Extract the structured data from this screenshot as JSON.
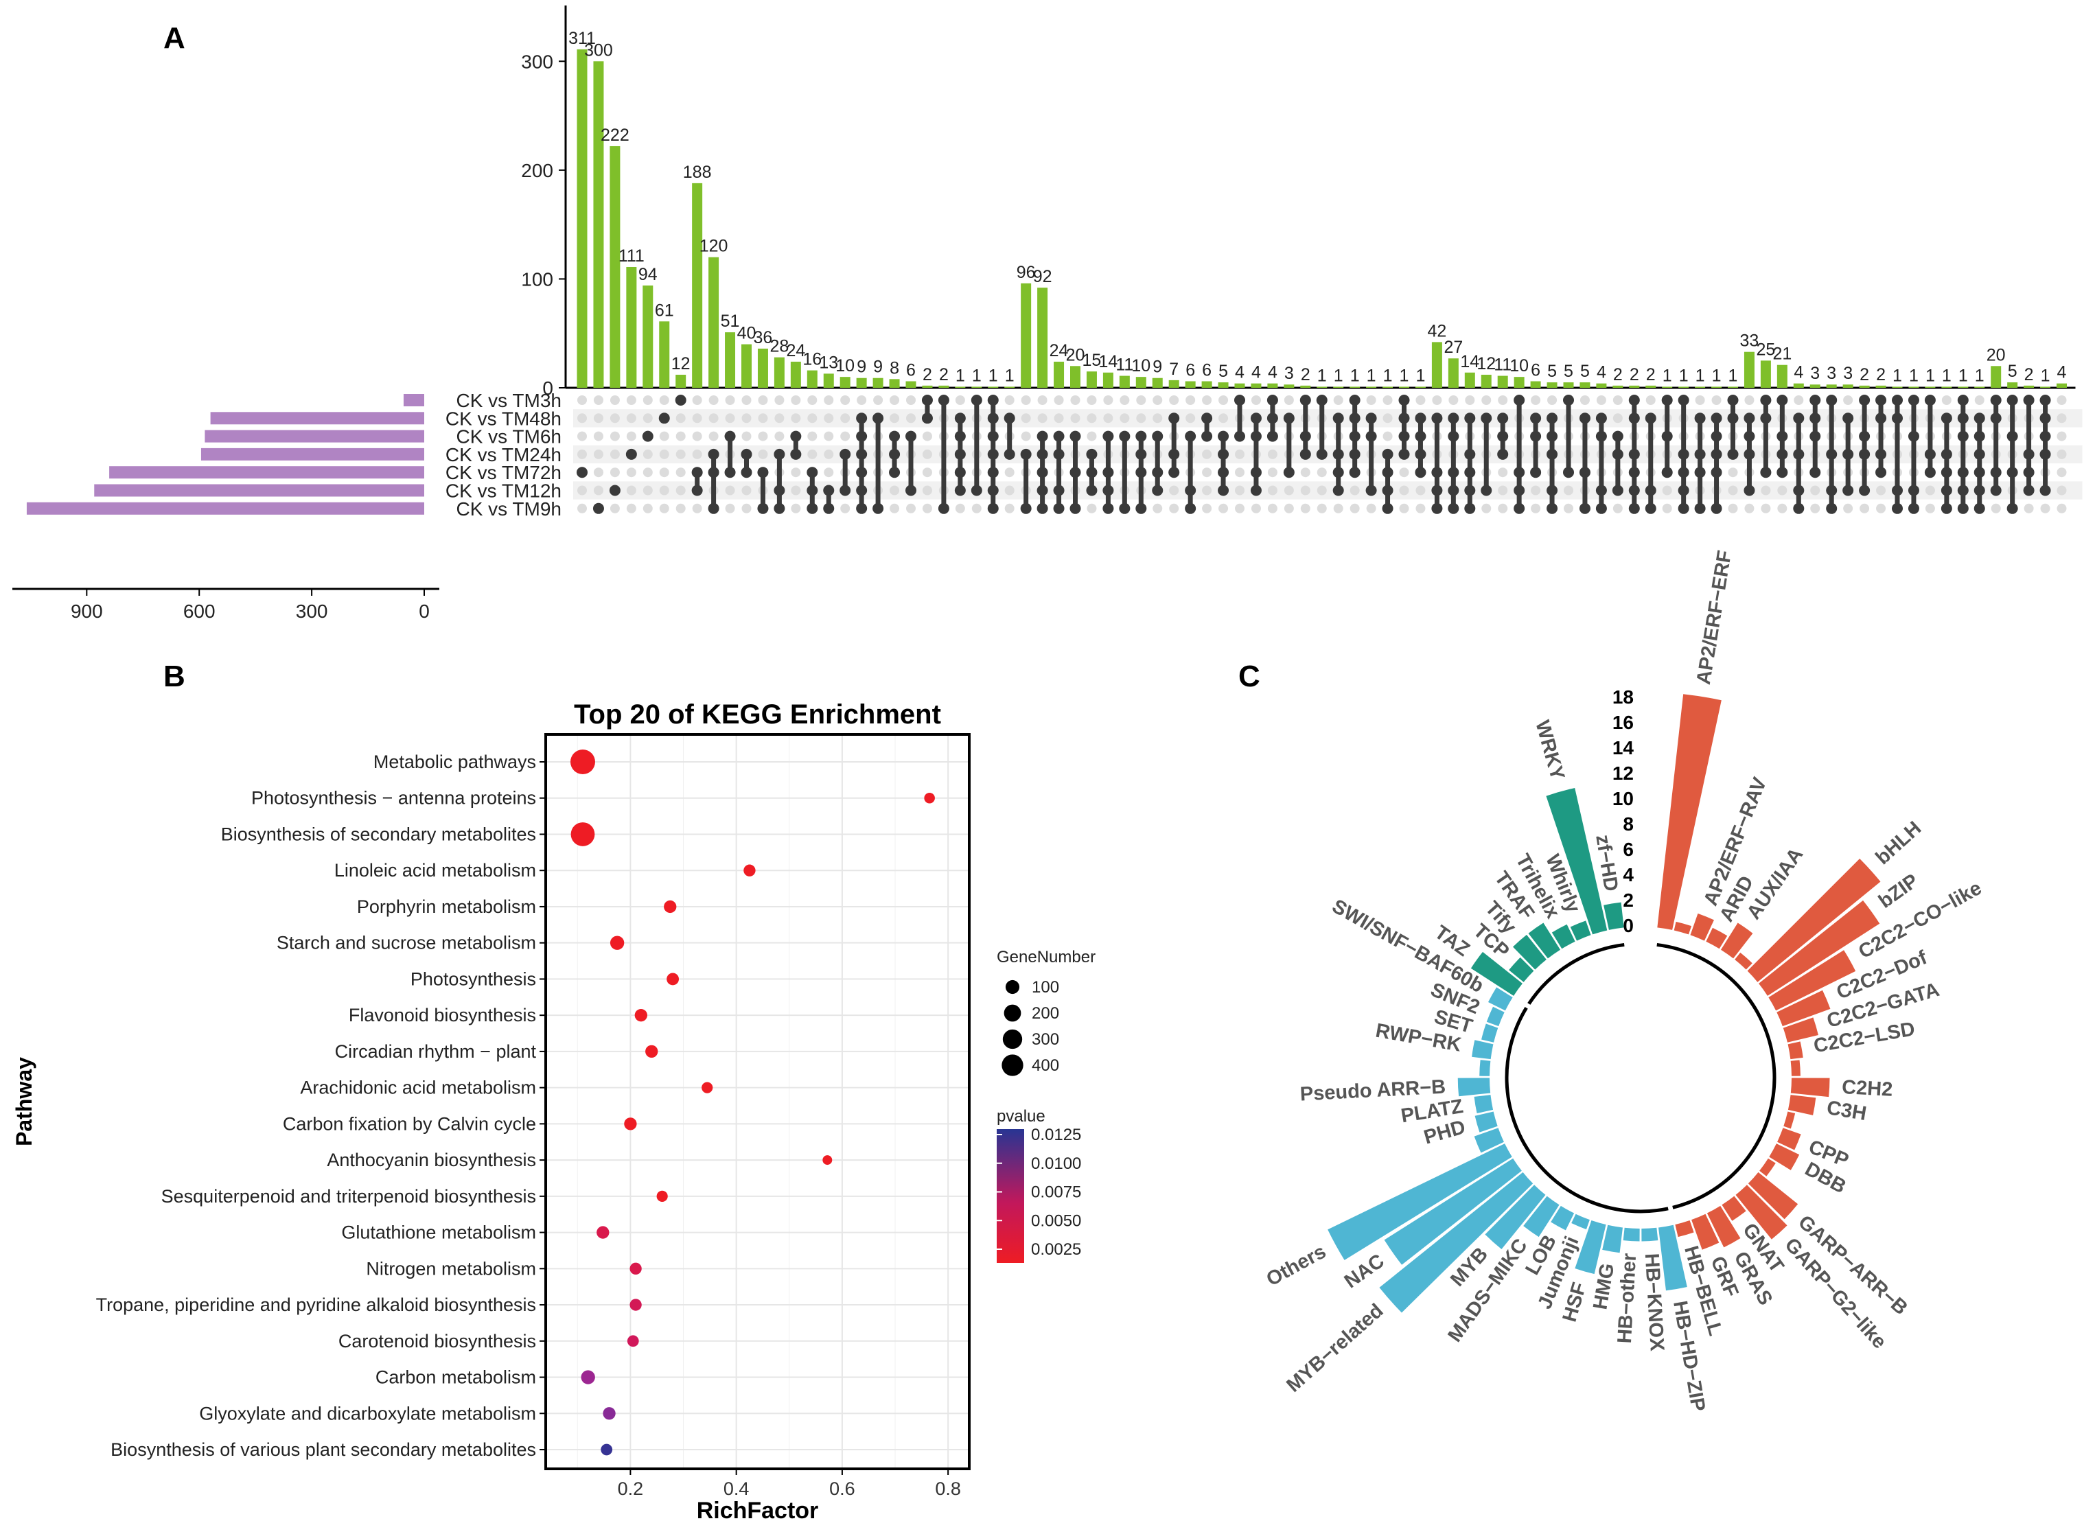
{
  "panels": {
    "a": "A",
    "b": "B",
    "c": "C"
  },
  "colors": {
    "intersection_bar": "#7fbf2a",
    "set_bar": "#b084c3",
    "dot_on": "#3a3a3a",
    "dot_off": "#dcdcdc",
    "stripe": "#f1f1f1",
    "tf_red": "#e05a3f",
    "tf_green": "#1e9a83",
    "tf_blue": "#4fb6d3",
    "circle_label": "#555555",
    "pvalue_low": "#ee1c24",
    "pvalue_mid": "#c2185b",
    "pvalue_high": "#283593"
  },
  "chart_data": [
    {
      "type": "bar",
      "panel": "A",
      "ylim": [
        0,
        350
      ],
      "yticks": [
        0,
        100,
        200,
        300
      ],
      "values": [
        311,
        300,
        222,
        111,
        94,
        61,
        12,
        188,
        120,
        51,
        40,
        36,
        28,
        24,
        16,
        13,
        10,
        9,
        9,
        8,
        6,
        2,
        2,
        1,
        1,
        1,
        1,
        96,
        92,
        24,
        20,
        15,
        14,
        11,
        10,
        9,
        7,
        6,
        6,
        5,
        4,
        4,
        4,
        3,
        2,
        1,
        1,
        1,
        1,
        1,
        1,
        1,
        42,
        27,
        14,
        12,
        11,
        10,
        6,
        5,
        5,
        5,
        4,
        2,
        2,
        2,
        1,
        1,
        1,
        1,
        1,
        33,
        25,
        21,
        4,
        3,
        3,
        3,
        2,
        2,
        1,
        1,
        1,
        1,
        1,
        1,
        20,
        5,
        2,
        1,
        4
      ],
      "value_labels": [
        "311",
        "300",
        "222",
        "111",
        "94",
        "61",
        "12",
        "188",
        "120",
        "51",
        "40",
        "36",
        "28",
        "24",
        "16",
        "13",
        "10",
        "9",
        "9",
        "8",
        "6",
        "2",
        "2",
        "1",
        "1",
        "1",
        "1",
        "96",
        "92",
        "24",
        "20",
        "15",
        "14",
        "11",
        "10",
        "9",
        "7",
        "6",
        "6",
        "5",
        "4",
        "4",
        "4",
        "3",
        "2",
        "1",
        "1",
        "1",
        "1",
        "1",
        "1",
        "1",
        "42",
        "27",
        "14",
        "12",
        "11",
        "10",
        "6",
        "5",
        "5",
        "5",
        "4",
        "2",
        "2",
        "2",
        "1",
        "1",
        "1",
        "1",
        "1",
        "33",
        "25",
        "21",
        "4",
        "3",
        "3",
        "3",
        "2",
        "2",
        "1",
        "1",
        "1",
        "1",
        "1",
        "1",
        "20",
        "5",
        "2",
        "1",
        "4"
      ],
      "sets": [
        "CK vs TM3h",
        "CK vs TM48h",
        "CK vs TM6h",
        "CK vs TM24h",
        "CK vs TM72h",
        "CK vs TM12h",
        "CK vs TM9h"
      ],
      "set_sizes": [
        55,
        570,
        585,
        595,
        840,
        880,
        1060
      ],
      "set_xlim": [
        0,
        1080
      ],
      "set_xticks": [
        "900",
        "600",
        "300",
        "0"
      ],
      "set_xtick_values": [
        900,
        600,
        300,
        0
      ],
      "combos": [
        [
          4
        ],
        [
          6
        ],
        [
          5
        ],
        [
          3
        ],
        [
          2
        ],
        [
          1
        ],
        [
          0
        ],
        [
          4,
          5
        ],
        [
          3,
          4,
          6
        ],
        [
          2,
          4
        ],
        [
          3,
          4
        ],
        [
          4,
          6
        ],
        [
          3,
          5,
          6
        ],
        [
          2,
          3
        ],
        [
          4,
          5,
          6
        ],
        [
          5,
          6
        ],
        [
          3,
          5
        ],
        [
          1,
          2,
          3,
          4,
          5,
          6
        ],
        [
          1,
          6
        ],
        [
          2,
          3,
          4
        ],
        [
          2,
          5
        ],
        [
          0,
          1
        ],
        [
          0,
          6
        ],
        [
          1,
          2,
          3,
          4,
          5
        ],
        [
          0,
          5
        ],
        [
          0,
          1,
          2,
          3,
          4,
          5,
          6
        ],
        [
          1,
          3
        ],
        [
          3,
          6
        ],
        [
          2,
          3,
          4,
          5,
          6
        ],
        [
          2,
          3,
          5,
          6
        ],
        [
          2,
          4,
          6
        ],
        [
          3,
          4,
          5
        ],
        [
          2,
          4,
          5,
          6
        ],
        [
          2,
          6
        ],
        [
          2,
          3,
          4,
          6
        ],
        [
          2,
          4,
          5
        ],
        [
          1,
          3,
          4
        ],
        [
          2,
          5,
          6
        ],
        [
          1,
          2
        ],
        [
          2,
          3,
          4,
          5
        ],
        [
          0,
          2
        ],
        [
          1,
          2,
          4,
          5
        ],
        [
          0,
          1,
          2
        ],
        [
          1,
          4
        ],
        [
          0,
          2,
          3
        ],
        [
          0,
          3
        ],
        [
          1,
          3,
          4,
          5
        ],
        [
          0,
          1,
          2,
          3,
          4
        ],
        [
          1,
          2,
          5
        ],
        [
          3,
          4,
          5,
          6
        ],
        [
          0,
          1,
          2,
          3
        ],
        [
          1,
          2,
          3,
          4
        ],
        [
          1,
          4,
          5,
          6
        ],
        [
          1,
          2,
          4,
          5,
          6
        ],
        [
          1,
          3,
          4,
          5,
          6
        ],
        [
          1,
          5
        ],
        [
          1,
          2,
          3
        ],
        [
          0,
          4,
          5,
          6
        ],
        [
          1,
          2,
          4
        ],
        [
          1,
          2,
          3,
          5,
          6
        ],
        [
          0,
          4
        ],
        [
          1,
          4,
          6
        ],
        [
          1,
          2,
          5,
          6
        ],
        [
          2,
          3,
          5
        ],
        [
          0,
          1,
          3,
          4,
          5,
          6
        ],
        [
          1,
          5,
          6
        ],
        [
          0,
          2,
          4
        ],
        [
          0,
          3,
          4,
          5,
          6
        ],
        [
          1,
          3,
          4,
          6
        ],
        [
          1,
          2,
          3,
          4,
          6
        ],
        [
          0,
          1,
          3
        ],
        [
          1,
          2,
          3,
          5
        ],
        [
          0,
          1,
          4
        ],
        [
          0,
          2,
          3,
          4
        ],
        [
          1,
          3,
          5,
          6
        ],
        [
          0,
          1,
          2,
          4
        ],
        [
          0,
          3,
          5,
          6
        ],
        [
          1,
          3,
          5
        ],
        [
          0,
          2,
          3,
          5
        ],
        [
          0,
          1,
          3,
          4
        ],
        [
          0,
          1,
          5,
          6
        ],
        [
          0,
          2,
          5,
          6
        ],
        [
          0,
          3,
          4
        ],
        [
          1,
          3,
          4,
          5,
          6
        ],
        [
          0,
          1,
          2,
          4,
          5,
          6
        ],
        [
          1,
          2,
          3,
          4,
          5,
          6
        ],
        [
          0,
          1,
          4,
          5
        ],
        [
          0,
          2,
          4,
          6
        ],
        [
          0,
          3,
          4,
          5
        ],
        [
          0,
          1,
          2,
          3,
          5
        ]
      ]
    },
    {
      "type": "scatter",
      "panel": "B",
      "title": "Top 20 of KEGG Enrichment",
      "xlabel": "RichFactor",
      "ylabel": "Pathway",
      "xlim": [
        0.04,
        0.84
      ],
      "xticks": [
        "0.2",
        "0.4",
        "0.6",
        "0.8"
      ],
      "xtick_values": [
        0.2,
        0.4,
        0.6,
        0.8
      ],
      "categories": [
        "Metabolic pathways",
        "Photosynthesis − antenna proteins",
        "Biosynthesis of secondary metabolites",
        "Linoleic acid metabolism",
        "Porphyrin metabolism",
        "Starch and sucrose metabolism",
        "Photosynthesis",
        "Flavonoid biosynthesis",
        "Circadian rhythm − plant",
        "Arachidonic acid metabolism",
        "Carbon fixation by Calvin cycle",
        "Anthocyanin biosynthesis",
        "Sesquiterpenoid and triterpenoid biosynthesis",
        "Glutathione metabolism",
        "Nitrogen metabolism",
        "Tropane, piperidine and pyridine alkaloid biosynthesis",
        "Carotenoid biosynthesis",
        "Carbon metabolism",
        "Glyoxylate and dicarboxylate metabolism",
        "Biosynthesis of various plant secondary metabolites"
      ],
      "x": [
        0.11,
        0.765,
        0.11,
        0.425,
        0.275,
        0.175,
        0.28,
        0.22,
        0.24,
        0.345,
        0.2,
        0.572,
        0.26,
        0.148,
        0.21,
        0.21,
        0.205,
        0.12,
        0.16,
        0.155
      ],
      "gene_number": [
        440,
        20,
        400,
        35,
        45,
        70,
        40,
        45,
        45,
        25,
        45,
        10,
        25,
        45,
        35,
        35,
        30,
        70,
        45,
        30
      ],
      "pvalue": [
        0.0003,
        0.0006,
        0.0004,
        0.001,
        0.0012,
        0.0008,
        0.001,
        0.001,
        0.0012,
        0.0008,
        0.0014,
        0.0012,
        0.0025,
        0.0045,
        0.0045,
        0.005,
        0.0052,
        0.0082,
        0.009,
        0.012
      ],
      "legend_size": {
        "title": "GeneNumber",
        "labels": [
          "100",
          "200",
          "300",
          "400"
        ],
        "values": [
          100,
          200,
          300,
          400
        ]
      },
      "legend_color": {
        "title": "pvalue",
        "labels": [
          "0.0125",
          "0.0100",
          "0.0075",
          "0.0050",
          "0.0025"
        ],
        "values": [
          0.0125,
          0.01,
          0.0075,
          0.005,
          0.0025
        ]
      },
      "grid": true
    },
    {
      "type": "bar",
      "subtype": "circular",
      "panel": "C",
      "ylim": [
        0,
        18
      ],
      "yticks": [
        "18",
        "16",
        "14",
        "12",
        "10",
        "8",
        "6",
        "4",
        "2",
        "0"
      ],
      "ytick_values": [
        18,
        16,
        14,
        12,
        10,
        8,
        6,
        4,
        2,
        0
      ],
      "series": [
        {
          "group": "red",
          "bars": [
            {
              "label": "AP2/ERF−ERF",
              "value": 18.5
            },
            {
              "label": "",
              "value": 0.7
            },
            {
              "label": "AP2/ERF−RAV",
              "value": 1.8
            },
            {
              "label": "ARID",
              "value": 1.2
            },
            {
              "label": "AUX/IAA",
              "value": 2.5
            },
            {
              "label": "",
              "value": 0.7
            },
            {
              "label": "bHLH",
              "value": 12.5
            },
            {
              "label": "bZIP",
              "value": 10.5
            },
            {
              "label": "C2C2−CO−like",
              "value": 7
            },
            {
              "label": "C2C2−Dof",
              "value": 4
            },
            {
              "label": "C2C2−GATA",
              "value": 2.5
            },
            {
              "label": "C2C2−LSD",
              "value": 1
            },
            {
              "label": "",
              "value": 0.7
            },
            {
              "label": "C2H2",
              "value": 3
            },
            {
              "label": "C3H",
              "value": 2
            },
            {
              "label": "",
              "value": 0.6
            },
            {
              "label": "CPP",
              "value": 1.5
            },
            {
              "label": "DBB",
              "value": 2
            },
            {
              "label": "",
              "value": 0.7
            },
            {
              "label": "GARP−ARR−B",
              "value": 4
            },
            {
              "label": "GARP−G2−like",
              "value": 4.5
            },
            {
              "label": "GNAT",
              "value": 1.5
            },
            {
              "label": "GRAS",
              "value": 3
            },
            {
              "label": "GRF",
              "value": 2.5
            },
            {
              "label": "HB−BELL",
              "value": 1
            }
          ]
        },
        {
          "group": "blue",
          "bars": [
            {
              "label": "HB−HD−ZIP",
              "value": 5
            },
            {
              "label": "HB−KNOX",
              "value": 1
            },
            {
              "label": "HB−other",
              "value": 1
            },
            {
              "label": "HMG",
              "value": 2
            },
            {
              "label": "HSF",
              "value": 4
            },
            {
              "label": "Jumonji",
              "value": 0.8
            },
            {
              "label": "LOB",
              "value": 1.5
            },
            {
              "label": "MADS−MIKC",
              "value": 3
            },
            {
              "label": "MYB",
              "value": 5.5
            },
            {
              "label": "MYB−related",
              "value": 14.5
            },
            {
              "label": "NAC",
              "value": 12
            },
            {
              "label": "Others",
              "value": 15.5
            },
            {
              "label": "",
              "value": 2
            },
            {
              "label": "PHD",
              "value": 1.5
            },
            {
              "label": "PLATZ",
              "value": 1.3
            },
            {
              "label": "Pseudo ARR−B",
              "value": 2.5
            },
            {
              "label": "",
              "value": 0.8
            },
            {
              "label": "RWP−RK",
              "value": 1.5
            },
            {
              "label": "SET",
              "value": 1
            },
            {
              "label": "SNF2",
              "value": 1
            },
            {
              "label": "SWI/SNF−BAF60b",
              "value": 1.5
            }
          ]
        },
        {
          "group": "green",
          "bars": [
            {
              "label": "TAZ",
              "value": 4
            },
            {
              "label": "TCP",
              "value": 1.5
            },
            {
              "label": "Tify",
              "value": 2.5
            },
            {
              "label": "TRAF",
              "value": 2.5
            },
            {
              "label": "Trihelix",
              "value": 1.5
            },
            {
              "label": "Whirly",
              "value": 1.2
            },
            {
              "label": "WRKY",
              "value": 11.5
            },
            {
              "label": "zf−HD",
              "value": 2
            }
          ]
        }
      ]
    }
  ]
}
